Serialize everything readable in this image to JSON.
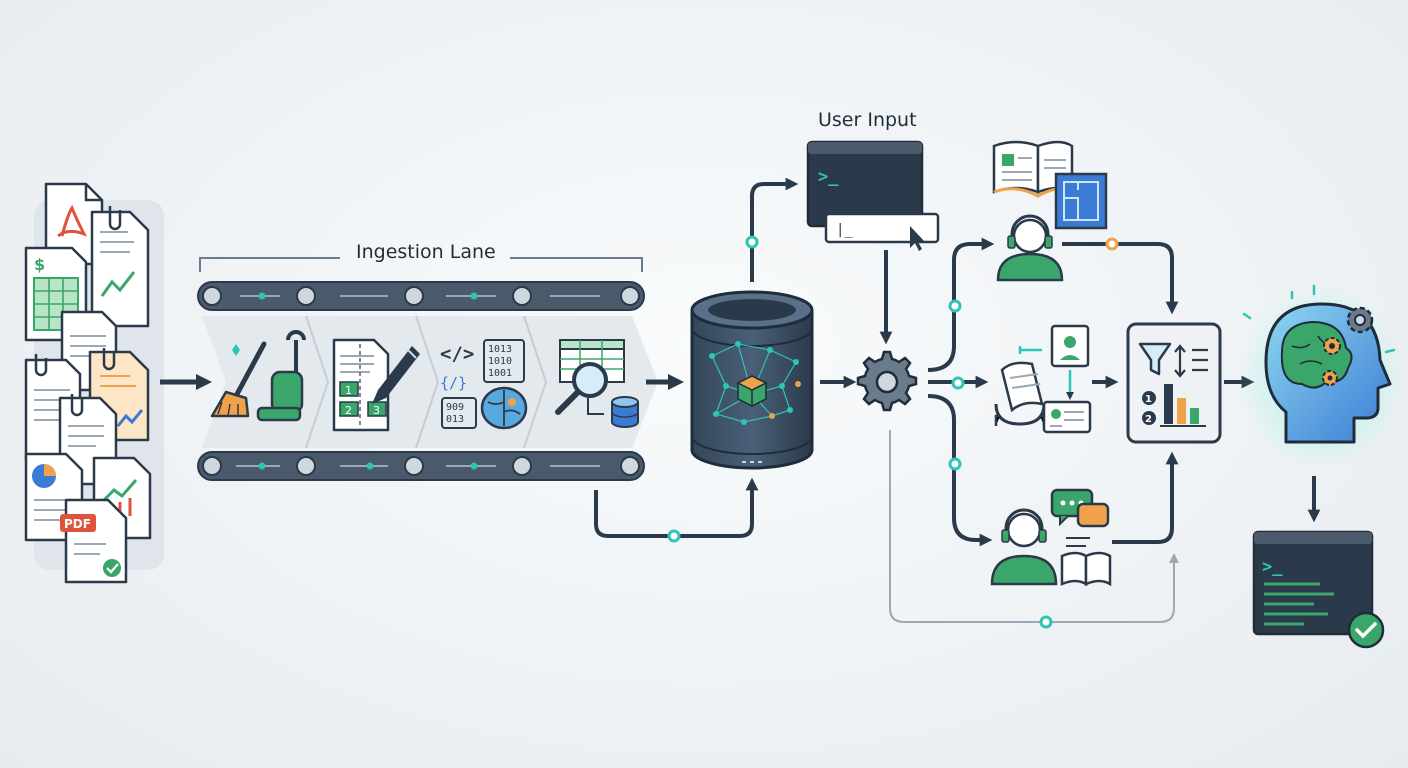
{
  "labels": {
    "ingestion_lane": "Ingestion Lane",
    "user_input": "User Input"
  },
  "icon_text": {
    "pdf_badge": "PDF",
    "dollar_sign": "$",
    "chunk_numbers": [
      "1",
      "2",
      "3"
    ],
    "binary_top": [
      "1013",
      "1010",
      "1001"
    ],
    "binary_bottom": [
      "909",
      "013"
    ],
    "code_tag": "</>",
    "code_braces": "{/}",
    "terminal_prompt": ">_",
    "input_cursor": "|_",
    "rank_numbers": [
      "1",
      "2"
    ]
  },
  "colors": {
    "dark_navy": "#2b3a4a",
    "accent_teal": "#2ec4b6",
    "accent_orange": "#f0a24a",
    "accent_green": "#3aa66a",
    "accent_blue": "#3a7bd5",
    "pdf_red": "#e0523a"
  }
}
